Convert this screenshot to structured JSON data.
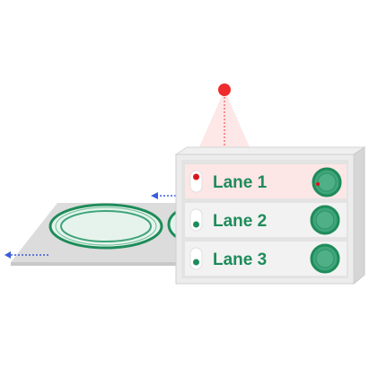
{
  "lanes": [
    {
      "label": "Lane 1",
      "status": "active",
      "indicator_color": "#d9141b"
    },
    {
      "label": "Lane 2",
      "status": "idle",
      "indicator_color": "#1e8c5a"
    },
    {
      "label": "Lane 3",
      "status": "idle",
      "indicator_color": "#1e8c5a"
    }
  ],
  "colors": {
    "accent": "#1e8c5a",
    "knob": "#3fa57a",
    "active_row": "#fde6e6",
    "idle_row": "#f2f2f2",
    "beam": "#ef3b3b",
    "arrow": "#3b5bdb",
    "platform": "#d9d9d9"
  }
}
